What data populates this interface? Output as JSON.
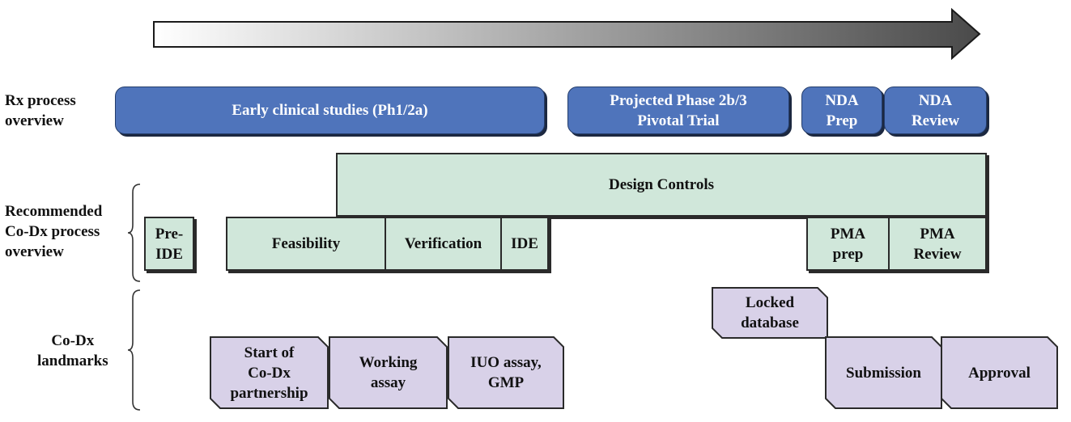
{
  "colors": {
    "rx_fill": "#4f74bb",
    "codx_fill": "#d0e7da",
    "landmark_fill": "#d8d1e8",
    "arrow_start": "#ffffff",
    "arrow_end": "#4a4a4a"
  },
  "row_labels": {
    "rx": "Rx process\noverview",
    "codx": "Recommended\nCo-Dx process\noverview",
    "landmarks": "Co-Dx\nlandmarks"
  },
  "rx_phases": [
    "Early clinical studies (Ph1/2a)",
    "Projected Phase 2b/3\nPivotal Trial",
    "NDA\nPrep",
    "NDA\nReview"
  ],
  "codx_phases": {
    "design_controls": "Design Controls",
    "pre_ide": "Pre-\nIDE",
    "feasibility": "Feasibility",
    "verification": "Verification",
    "ide": "IDE",
    "pma_prep": "PMA\nprep",
    "pma_review": "PMA\nReview"
  },
  "landmarks": [
    "Start of\nCo-Dx\npartnership",
    "Working\nassay",
    "IUO assay,\nGMP",
    "Locked\ndatabase",
    "Submission",
    "Approval"
  ]
}
